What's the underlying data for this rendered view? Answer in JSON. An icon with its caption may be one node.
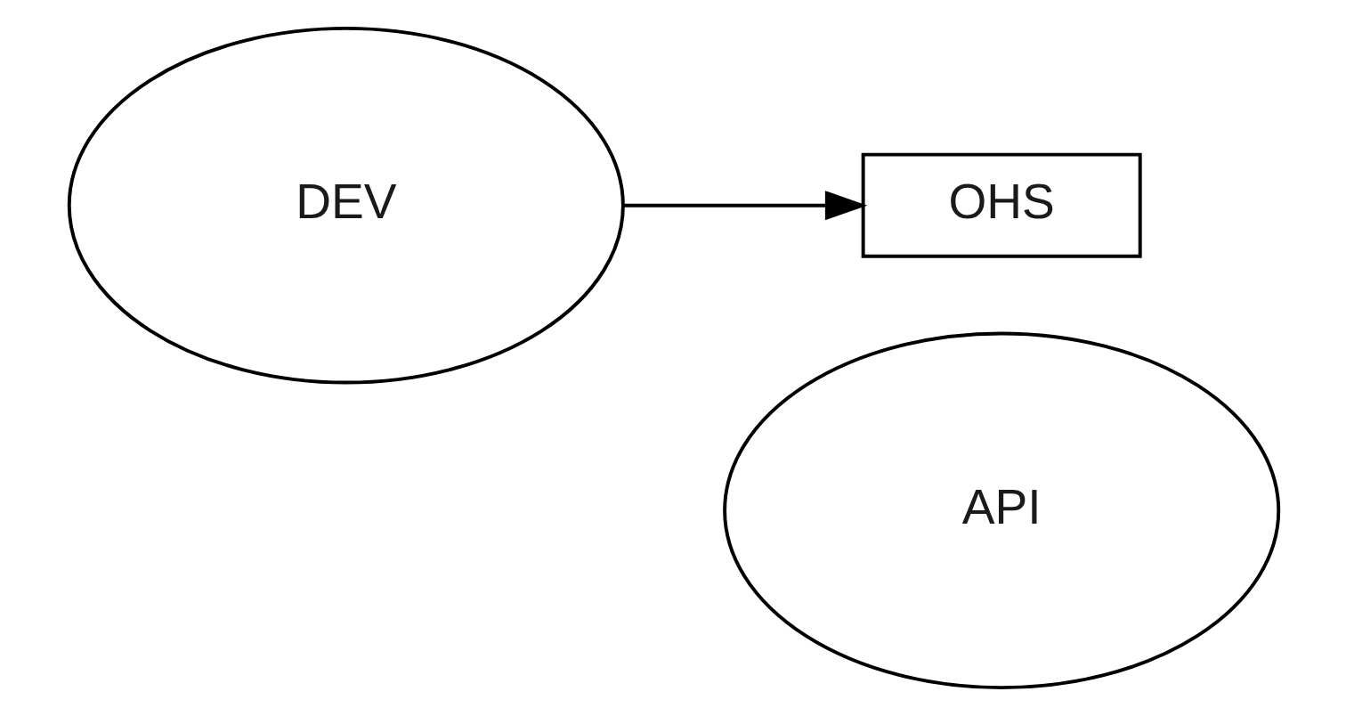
{
  "diagram": {
    "nodes": [
      {
        "text": [
          "API"
        ]
      },
      {
        "text": [
          "OHS"
        ]
      },
      {
        "text": [
          "DEV"
        ]
      }
    ],
    "edges": [
      {
        "from": 2,
        "to": 1,
        "arrow": "to"
      }
    ]
  }
}
